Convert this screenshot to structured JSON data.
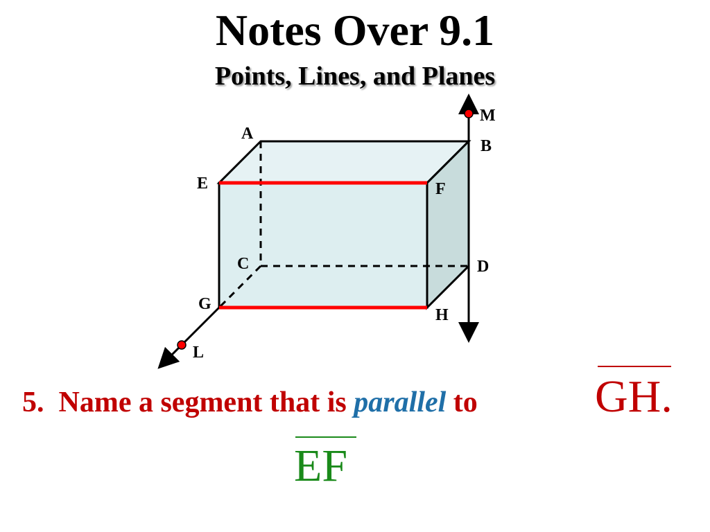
{
  "slide": {
    "title": "Notes Over 9.1",
    "subtitle": "Points, Lines, and Planes"
  },
  "figure": {
    "vertex_labels": {
      "A": "A",
      "B": "B",
      "C": "C",
      "D": "D",
      "E": "E",
      "F": "F",
      "G": "G",
      "H": "H",
      "L": "L",
      "M": "M"
    },
    "highlight_color": "#ff0000",
    "point_color": "#ff0000",
    "face_color": "#ddeef0",
    "side_face_color": "#c8dcdc"
  },
  "question": {
    "number": "5.",
    "text_before": "Name a segment that is",
    "emphasis": "parallel",
    "text_after": "to",
    "given_segment": "GH",
    "period": ".",
    "color": "#c00000",
    "emphasis_color": "#1f6fa8"
  },
  "answer": {
    "segment": "EF",
    "color": "#1a8a1a"
  }
}
